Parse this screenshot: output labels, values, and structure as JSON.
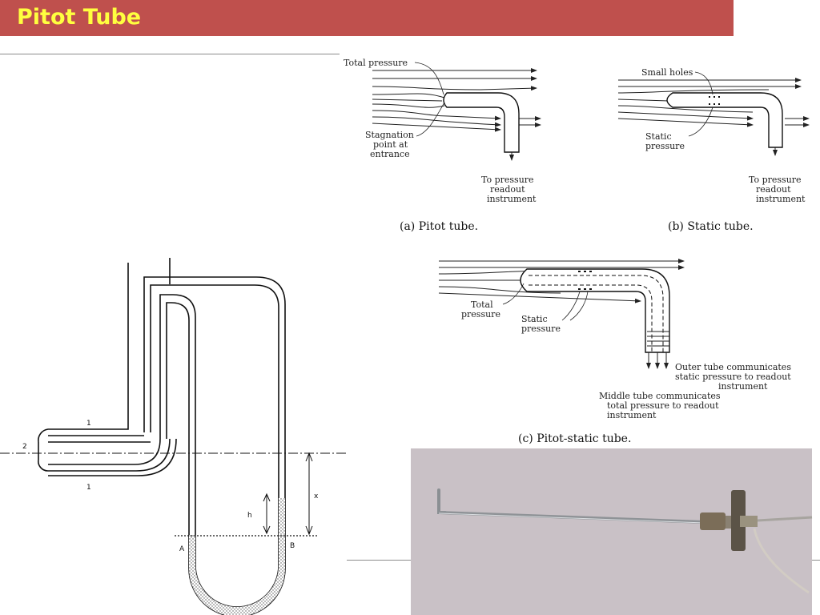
{
  "slide": {
    "title": "Pitot Tube"
  },
  "diagram_a": {
    "label_total": "Total pressure",
    "label_stag_1": "Stagnation",
    "label_stag_2": "point at",
    "label_stag_3": "entrance",
    "label_to_1": "To pressure",
    "label_to_2": "readout",
    "label_to_3": "instrument",
    "caption": "(a) Pitot tube."
  },
  "diagram_b": {
    "label_holes": "Small holes",
    "label_static_1": "Static",
    "label_static_2": "pressure",
    "label_to_1": "To pressure",
    "label_to_2": "readout",
    "label_to_3": "instrument",
    "caption": "(b) Static tube."
  },
  "diagram_c": {
    "label_total_1": "Total",
    "label_total_2": "pressure",
    "label_static_1": "Static",
    "label_static_2": "pressure",
    "label_outer_1": "Outer tube communicates",
    "label_outer_2": "static pressure to readout",
    "label_outer_3": "instrument",
    "label_middle_1": "Middle tube communicates",
    "label_middle_2": "total pressure to readout",
    "label_middle_3": "instrument",
    "caption": "(c) Pitot-static tube."
  },
  "manometer": {
    "label_1_top": "1",
    "label_2": "2",
    "label_1_bottom": "1",
    "label_h": "h",
    "label_x": "x",
    "label_a": "A",
    "label_b": "B"
  },
  "colors": {
    "title_bar": "#bf504d",
    "title_text": "#ffff3f",
    "photo_bg": "#c9c1c6"
  }
}
